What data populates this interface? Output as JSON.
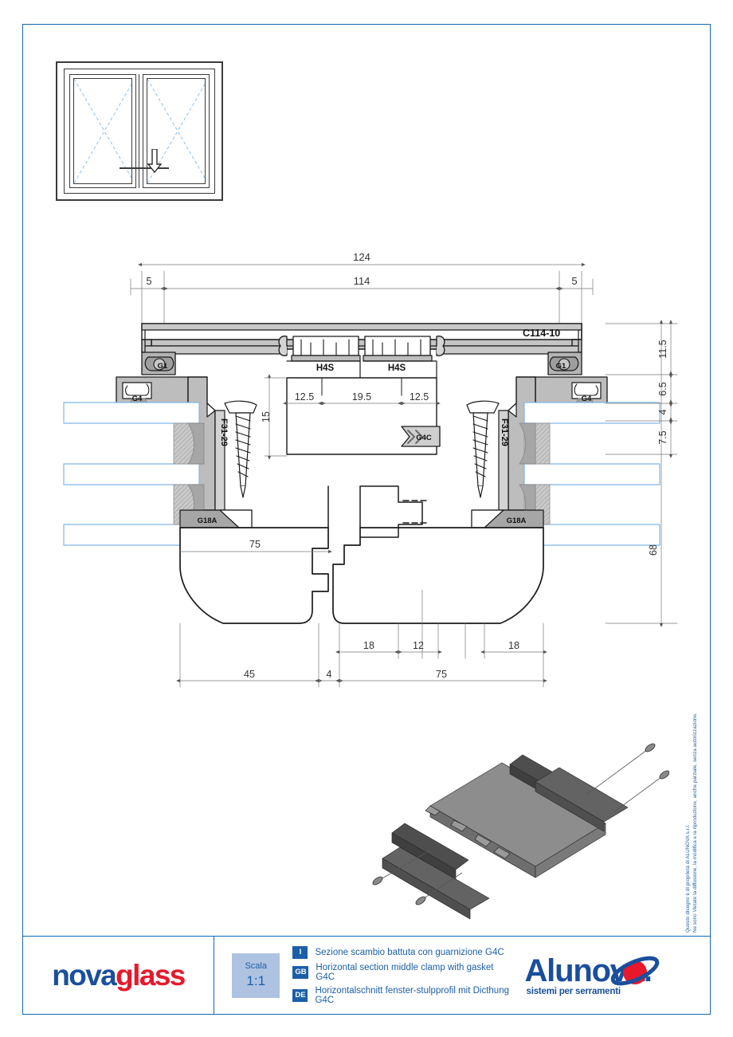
{
  "drawing": {
    "profile_label": "C114-10",
    "top_dimensions": {
      "total": "124",
      "inner": "114",
      "left_edge": "5",
      "right_edge": "5"
    },
    "center_dimensions": {
      "left_chamber": "12.5",
      "mid_chamber": "19.5",
      "right_chamber": "12.5",
      "height": "15"
    },
    "right_dimensions": [
      "11.5",
      "6.5",
      "4",
      "7.5",
      "68"
    ],
    "bottom_dimensions": {
      "left_width": "45",
      "center_gap": "4",
      "right_width": "75",
      "inner_75": "75",
      "seg_18_left": "18",
      "seg_12": "12",
      "seg_18_right": "18"
    },
    "part_labels": {
      "gasket_g1_left": "G1",
      "gasket_g1_right": "G1",
      "gasket_g4_left": "G4",
      "gasket_g4_right": "G4",
      "gasket_g4c": "G4C",
      "gasket_g18a_left": "G18A",
      "gasket_g18a_right": "G18A",
      "clip_f31_left": "F31-29",
      "clip_f31_right": "F31-29",
      "spacer_h4s_left": "H4S",
      "spacer_h4s_right": "H4S"
    },
    "colors": {
      "frame_blue": "#1268b3",
      "glass_blue": "#7fb8e8",
      "aluminium_grey": "#a6a6a6",
      "line_black": "#1a1a1a"
    }
  },
  "thumbnail": {
    "name": "double-casement-window-symbol"
  },
  "copyright": {
    "line1": "Questo disegno è di proprietà di ALUNOVA s.r.l.",
    "line2": "Ne sono Vietate la diffusione, la modifica e la riproduzione, anche parziale, senza autorizzazione."
  },
  "title_block": {
    "logo_left": {
      "part_a": "nova",
      "part_b": "glass"
    },
    "scale": {
      "label": "Scala",
      "value": "1:1"
    },
    "descriptions": [
      {
        "lang": "I",
        "text": "Sezione scambio battuta con guarnizione G4C"
      },
      {
        "lang": "GB",
        "text": "Horizontal section middle clamp with gasket G4C"
      },
      {
        "lang": "DE",
        "text": "Horizontalschnitt fenster-stulpprofil mit Dicthung G4C"
      }
    ],
    "logo_right": {
      "word": "Alunova.",
      "tagline": "sistemi per serramenti"
    }
  }
}
